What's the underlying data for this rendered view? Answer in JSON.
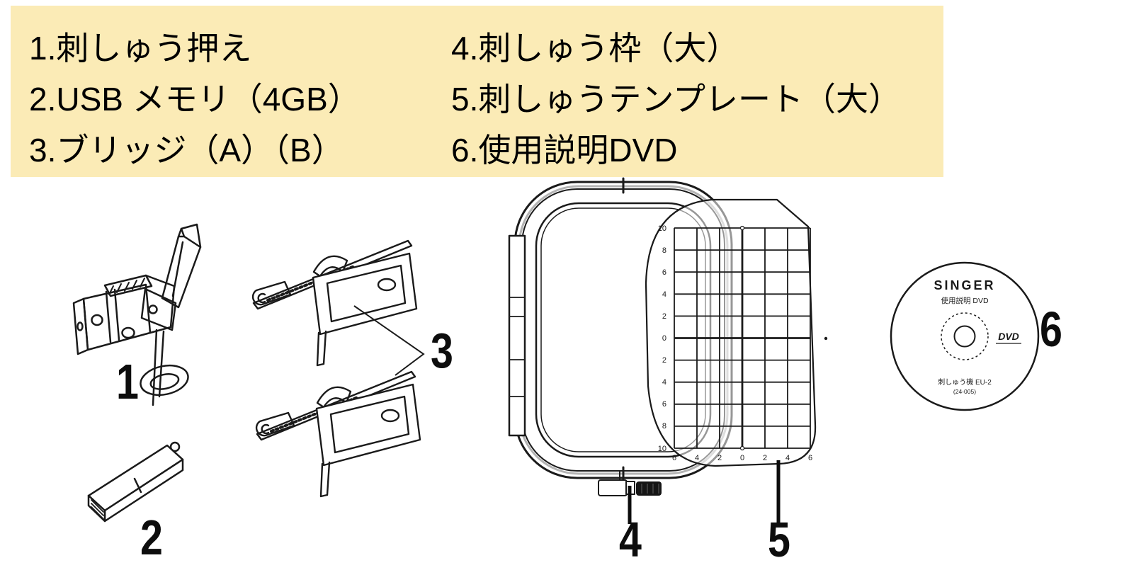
{
  "legend": {
    "left": [
      "1.刺しゅう押え",
      "2.USB メモリ（4GB）",
      "3.ブリッジ（A）（B）"
    ],
    "right": [
      "4.刺しゅう枠（大）",
      "5.刺しゅうテンプレート（大）",
      "6.使用説明DVD"
    ]
  },
  "callouts": [
    "1",
    "2",
    "3",
    "4",
    "5",
    "6"
  ],
  "dvd_label": {
    "brand": "SINGER",
    "subtitle": "使用説明 DVD",
    "format_logo": "DVD",
    "model_line1": "刺しゅう機 EU-2",
    "model_line2": "(24-005)"
  },
  "template_scale": {
    "left": [
      "10",
      "8",
      "6",
      "4",
      "2",
      "0",
      "2",
      "4",
      "6",
      "8",
      "10"
    ],
    "bottom": [
      "6",
      "4",
      "2",
      "0",
      "2",
      "4",
      "6"
    ]
  },
  "colors": {
    "legend_bg": "#FBEBB6",
    "ink": "#1A1A1A"
  }
}
